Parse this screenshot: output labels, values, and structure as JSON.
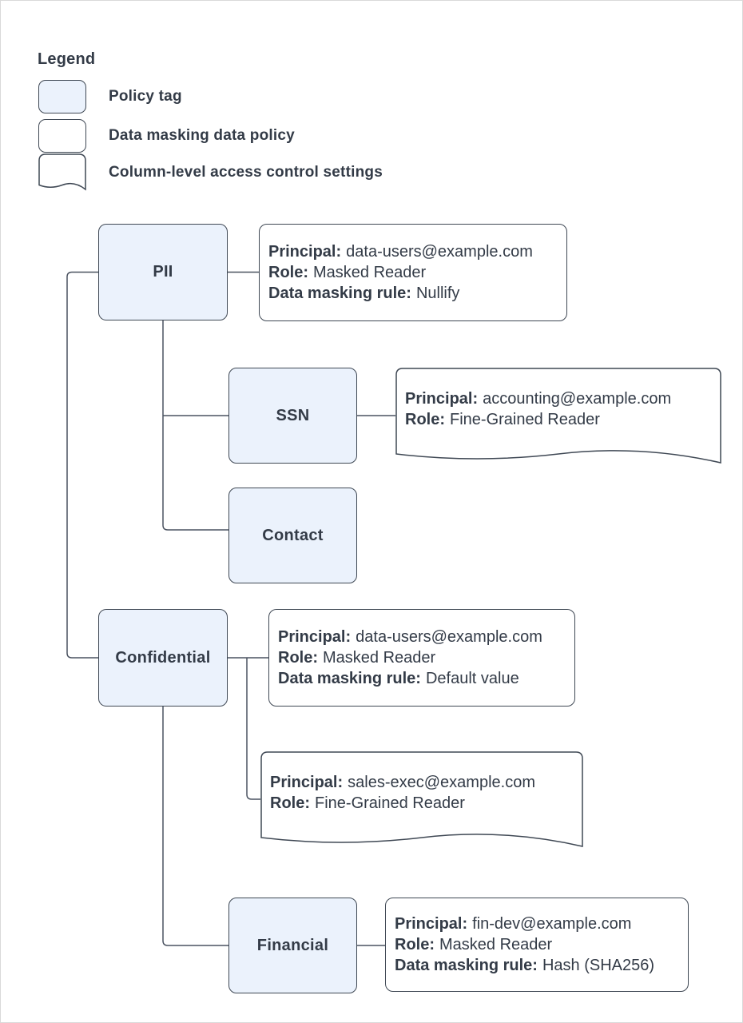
{
  "colors": {
    "node_fill": "#ebf2fc",
    "stroke": "#3f4854",
    "edge": "#4a5260",
    "text": "#333b47",
    "bg": "#ffffff"
  },
  "legend": {
    "title": "Legend",
    "items": [
      {
        "shape": "policy-tag",
        "label": "Policy tag"
      },
      {
        "shape": "data-masking-policy",
        "label": "Data masking data policy"
      },
      {
        "shape": "column-access-settings",
        "label": "Column-level access control settings"
      }
    ]
  },
  "nodes": {
    "pii": {
      "label": "PII"
    },
    "ssn": {
      "label": "SSN"
    },
    "contact": {
      "label": "Contact"
    },
    "confidential": {
      "label": "Confidential"
    },
    "financial": {
      "label": "Financial"
    }
  },
  "policies": {
    "pii_masking": {
      "type": "data-masking-policy",
      "rows": [
        {
          "label": "Principal:",
          "value": "data-users@example.com"
        },
        {
          "label": "Role:",
          "value": "Masked Reader"
        },
        {
          "label": "Data masking rule:",
          "value": "Nullify"
        }
      ]
    },
    "ssn_access": {
      "type": "column-access-settings",
      "rows": [
        {
          "label": "Principal:",
          "value": "accounting@example.com"
        },
        {
          "label": "Role:",
          "value": "Fine-Grained Reader"
        }
      ]
    },
    "confidential_masking": {
      "type": "data-masking-policy",
      "rows": [
        {
          "label": "Principal:",
          "value": "data-users@example.com"
        },
        {
          "label": "Role:",
          "value": "Masked Reader"
        },
        {
          "label": "Data masking rule:",
          "value": "Default value"
        }
      ]
    },
    "confidential_access": {
      "type": "column-access-settings",
      "rows": [
        {
          "label": "Principal:",
          "value": "sales-exec@example.com"
        },
        {
          "label": "Role:",
          "value": "Fine-Grained Reader"
        }
      ]
    },
    "financial_masking": {
      "type": "data-masking-policy",
      "rows": [
        {
          "label": "Principal:",
          "value": "fin-dev@example.com"
        },
        {
          "label": "Role:",
          "value": "Masked Reader"
        },
        {
          "label": "Data masking rule:",
          "value": "Hash (SHA256)"
        }
      ]
    }
  },
  "structure": {
    "policy_tag_tree": [
      {
        "id": "pii",
        "children": [
          "ssn",
          "contact"
        ],
        "attached_policies": [
          "pii_masking"
        ]
      },
      {
        "id": "ssn",
        "children": [],
        "attached_policies": [
          "ssn_access"
        ]
      },
      {
        "id": "contact",
        "children": [],
        "attached_policies": []
      },
      {
        "id": "confidential",
        "children": [
          "financial"
        ],
        "attached_policies": [
          "confidential_masking",
          "confidential_access"
        ]
      },
      {
        "id": "financial",
        "children": [],
        "attached_policies": [
          "financial_masking"
        ]
      }
    ]
  }
}
